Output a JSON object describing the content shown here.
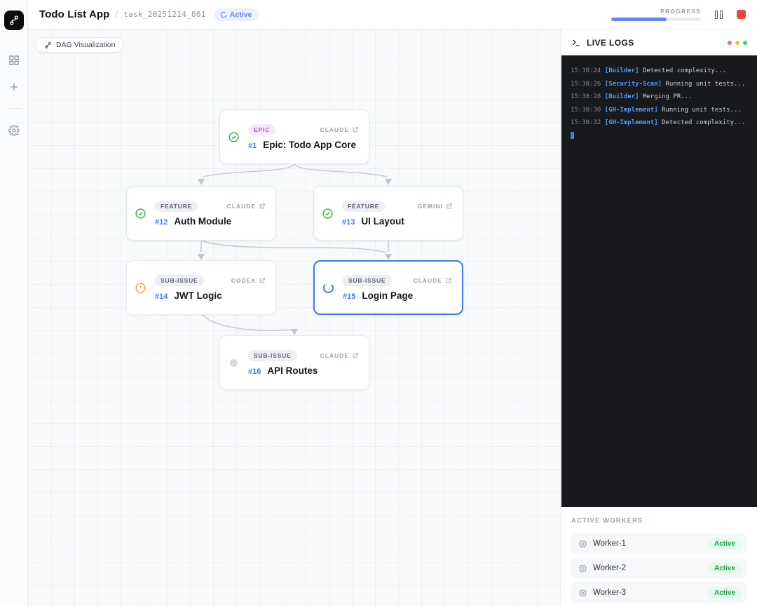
{
  "app": {
    "logo_icon": "git-branch-icon",
    "title": "Todo List App",
    "separator": "/",
    "task_id": "task_20251214_001",
    "status_badge": "Active",
    "progress_label": "PROGRESS",
    "progress_percent": 62
  },
  "sidebar": {
    "items": [
      {
        "icon": "dashboard-grid-icon"
      },
      {
        "icon": "plus-icon"
      },
      {
        "icon": "gear-icon"
      }
    ]
  },
  "canvas": {
    "badge_label": "DAG Visualization",
    "nodes": [
      {
        "type": "EPIC",
        "number": "#1",
        "title": "Epic: Todo App Core",
        "agent": "CLAUDE",
        "status": "done"
      },
      {
        "type": "FEATURE",
        "number": "#12",
        "title": "Auth Module",
        "agent": "CLAUDE",
        "status": "done"
      },
      {
        "type": "FEATURE",
        "number": "#13",
        "title": "UI Layout",
        "agent": "GEMINI",
        "status": "done"
      },
      {
        "type": "SUB-ISSUE",
        "number": "#14",
        "title": "JWT Logic",
        "agent": "CODEX",
        "status": "warning"
      },
      {
        "type": "SUB-ISSUE",
        "number": "#15",
        "title": "Login Page",
        "agent": "CLAUDE",
        "status": "running"
      },
      {
        "type": "SUB-ISSUE",
        "number": "#16",
        "title": "API Routes",
        "agent": "CLAUDE",
        "status": "pending"
      }
    ],
    "edges": [
      {
        "from": "#1",
        "to": "#12"
      },
      {
        "from": "#1",
        "to": "#13"
      },
      {
        "from": "#12",
        "to": "#14"
      },
      {
        "from": "#12",
        "to": "#15"
      },
      {
        "from": "#13",
        "to": "#15"
      },
      {
        "from": "#14",
        "to": "#16"
      }
    ]
  },
  "logs": {
    "title": "LIVE LOGS",
    "entries": [
      {
        "time": "15:30:24",
        "agent": "[Builder]",
        "message": "Detected complexity..."
      },
      {
        "time": "15:30:26",
        "agent": "[Security-Scan]",
        "message": "Running unit tests..."
      },
      {
        "time": "15:30:28",
        "agent": "[Builder]",
        "message": "Merging PR..."
      },
      {
        "time": "15:30:30",
        "agent": "[GH-Implement]",
        "message": "Running unit tests..."
      },
      {
        "time": "15:30:32",
        "agent": "[GH-Implement]",
        "message": "Detected complexity..."
      }
    ]
  },
  "workers": {
    "title": "ACTIVE WORKERS",
    "items": [
      {
        "icon": "cpu-icon",
        "name": "Worker-1",
        "status": "Active"
      },
      {
        "icon": "cpu-icon",
        "name": "Worker-2",
        "status": "Active"
      },
      {
        "icon": "cpu-icon",
        "name": "Worker-3",
        "status": "Active"
      }
    ]
  },
  "colors": {
    "accent_blue": "#4677f5",
    "status_green": "#2fb344",
    "status_amber": "#f0a13c",
    "status_red": "#ef4444",
    "epic_purple": "#a855f7",
    "terminal_bg": "#17191d",
    "log_agent_blue": "#539bf5",
    "active_badge_green": "#17a34a"
  }
}
